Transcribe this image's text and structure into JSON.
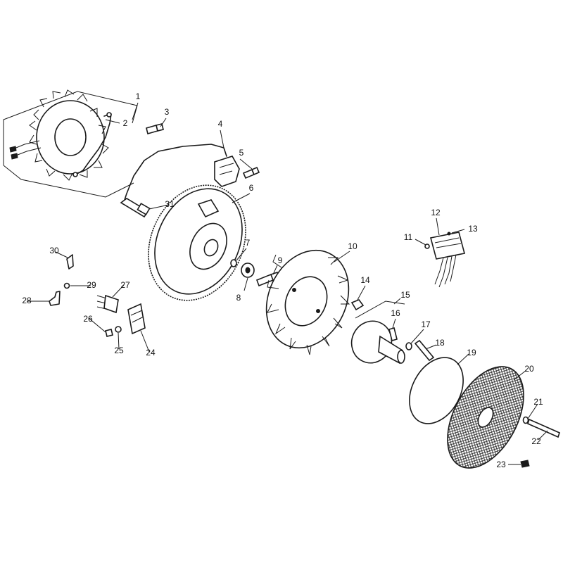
{
  "callouts": [
    {
      "id": "1",
      "label": "1"
    },
    {
      "id": "2",
      "label": "2"
    },
    {
      "id": "3",
      "label": "3"
    },
    {
      "id": "4",
      "label": "4"
    },
    {
      "id": "5",
      "label": "5"
    },
    {
      "id": "6",
      "label": "6"
    },
    {
      "id": "7",
      "label": "7"
    },
    {
      "id": "8",
      "label": "8"
    },
    {
      "id": "9",
      "label": "9"
    },
    {
      "id": "10",
      "label": "10"
    },
    {
      "id": "11",
      "label": "11"
    },
    {
      "id": "12",
      "label": "12"
    },
    {
      "id": "13",
      "label": "13"
    },
    {
      "id": "14",
      "label": "14"
    },
    {
      "id": "15",
      "label": "15"
    },
    {
      "id": "16",
      "label": "16"
    },
    {
      "id": "17",
      "label": "17"
    },
    {
      "id": "18",
      "label": "18"
    },
    {
      "id": "19",
      "label": "19"
    },
    {
      "id": "20",
      "label": "20"
    },
    {
      "id": "21",
      "label": "21"
    },
    {
      "id": "22",
      "label": "22"
    },
    {
      "id": "23",
      "label": "23"
    },
    {
      "id": "24",
      "label": "24"
    },
    {
      "id": "25",
      "label": "25"
    },
    {
      "id": "26",
      "label": "26"
    },
    {
      "id": "27",
      "label": "27"
    },
    {
      "id": "28",
      "label": "28"
    },
    {
      "id": "29",
      "label": "29"
    },
    {
      "id": "30",
      "label": "30"
    },
    {
      "id": "31",
      "label": "31"
    }
  ]
}
